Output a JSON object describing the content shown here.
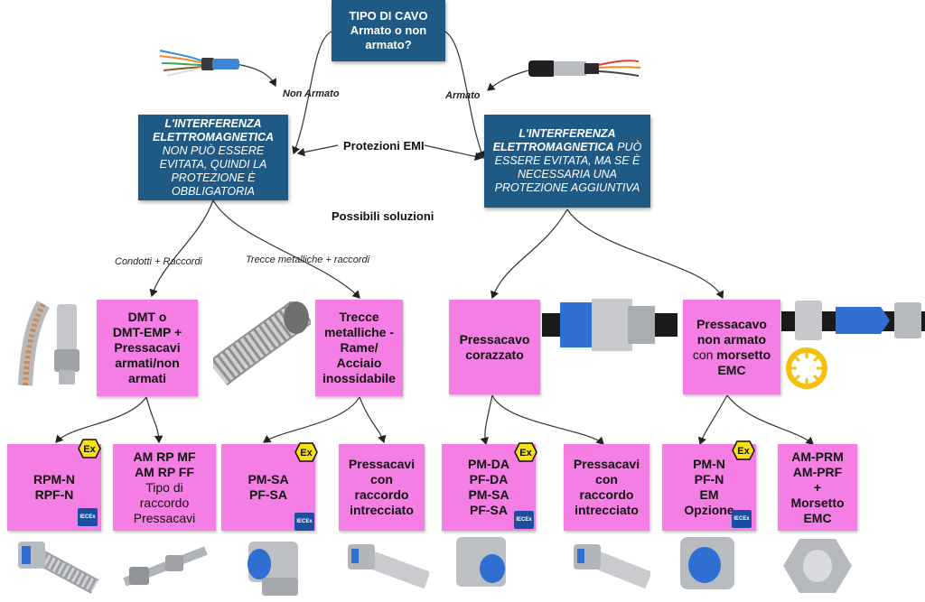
{
  "root": {
    "line1": "TIPO DI CAVO",
    "line2": "Armato o non",
    "line3": "armato?"
  },
  "labels": {
    "non_armato": "Non Armato",
    "armato": "Armato",
    "protezioni_emi": "Protezioni EMI",
    "possibili_soluzioni": "Possibili soluzioni",
    "condotti_raccordi": "Condotti + Raccordi",
    "trecce_raccordi": "Trecce metalliche + raccordi"
  },
  "emi_left": {
    "bold1": "L'INTERFERENZA",
    "bold2": "ELETTROMAGNETICA",
    "rest1": "NON PUÒ ESSERE",
    "rest2": "EVITATA, QUINDI LA",
    "rest3": "PROTEZIONE È",
    "rest4": "OBBLIGATORIA"
  },
  "emi_right": {
    "bold1": "L'INTERFERENZA",
    "bold2": "ELETTROMAGNETICA",
    "rest0": "PUÒ",
    "rest1": "ESSERE EVITATA, MA SE È",
    "rest2": "NECESSARIA UNA",
    "rest3": "PROTEZIONE AGGIUNTIVA"
  },
  "mid": {
    "dmt": {
      "l1": "DMT o",
      "l2": "DMT-EMP +",
      "l3": "Pressacavi",
      "l4": "armati/non",
      "l5": "armati"
    },
    "trecce": {
      "l1": "Trecce",
      "l2": "metalliche -",
      "l3": "Rame/",
      "l4": "Acciaio",
      "l5": "inossidabile"
    },
    "corazzato": {
      "l1": "Pressacavo",
      "l2": "corazzato"
    },
    "nonarmato": {
      "l1": "Pressacavo",
      "l2": "non armato",
      "l3": "con",
      "l4": "morsetto",
      "l5": "EMC"
    }
  },
  "bottom": {
    "rpm": {
      "l1": "RPM-N",
      "l2": "RPF-N"
    },
    "amrp": {
      "l1": "AM RP MF",
      "l2": "AM RP FF",
      "l3": "Tipo di",
      "l4": "raccordo",
      "l5": "Pressacavi"
    },
    "pmsa": {
      "l1": "PM-SA",
      "l2": "PF-SA"
    },
    "press1": {
      "l1": "Pressacavi",
      "l2": "con",
      "l3": "raccordo",
      "l4": "intrecciato"
    },
    "pmda": {
      "l1": "PM-DA",
      "l2": "PF-DA",
      "l3": "PM-SA",
      "l4": "PF-SA"
    },
    "press2": {
      "l1": "Pressacavi",
      "l2": "con",
      "l3": "raccordo",
      "l4": "intrecciato"
    },
    "pmn": {
      "l1": "PM-N",
      "l2": "PF-N",
      "l3": "EM",
      "l4": "Opzione"
    },
    "amprm": {
      "l1": "AM-PRM",
      "l2": "AM-PRF",
      "l3": "+",
      "l4": "Morsetto",
      "l5": "EMC"
    }
  },
  "badges": {
    "ex": "Ex",
    "iecex": "IECEx"
  },
  "colors": {
    "blue_box": "#1f5a85",
    "pink_box": "#f47ee3",
    "ex_yellow": "#f7e016",
    "iecex_blue": "#1b4ea0"
  }
}
